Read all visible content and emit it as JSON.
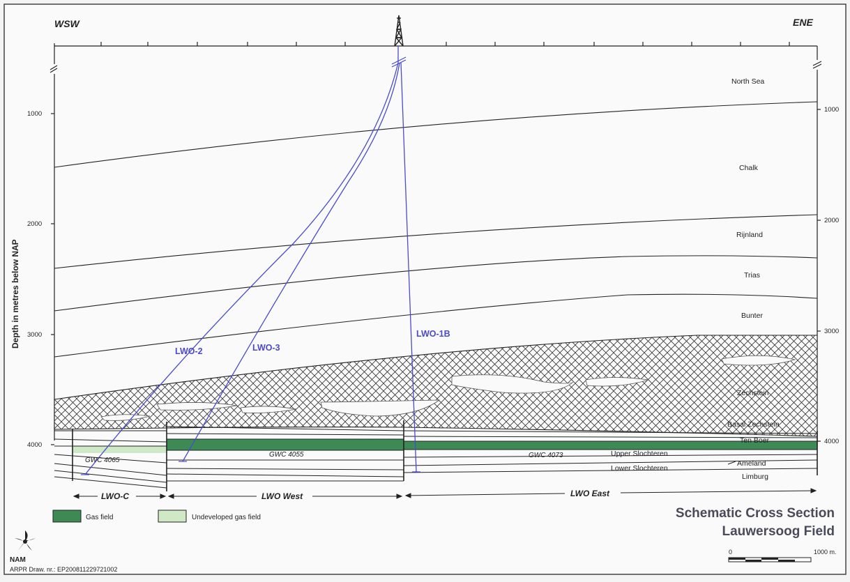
{
  "header": {
    "left_dir": "WSW",
    "right_dir": "ENE"
  },
  "axis": {
    "ylabel": "Depth in metres below NAP",
    "left_ticks": [
      "1000",
      "2000",
      "3000",
      "4000"
    ],
    "right_ticks": [
      "1000",
      "2000",
      "3000",
      "4000"
    ]
  },
  "formations": [
    "North Sea",
    "Chalk",
    "Rijnland",
    "Trias",
    "Bunter",
    "Zechstein",
    "Basal Zechstein",
    "Ten Boer",
    "Upper Slochteren",
    "Ameland",
    "Lower Slochteren",
    "Limburg"
  ],
  "wells": {
    "w1": "LWO-2",
    "w2": "LWO-3",
    "w3": "LWO-1B"
  },
  "gwc": {
    "c": "GWC 4065",
    "west": "GWC 4055",
    "east": "GWC 4073"
  },
  "segments": {
    "c": "LWO-C",
    "west": "LWO West",
    "east": "LWO East"
  },
  "legend": {
    "gas": {
      "label": "Gas field",
      "color": "#3d8a55"
    },
    "undev": {
      "label": "Undeveloped gas field",
      "color": "#cfe8c6"
    }
  },
  "title": {
    "line1": "Schematic Cross Section",
    "line2": "Lauwersoog Field"
  },
  "scale": {
    "start": "0",
    "end": "1000 m."
  },
  "footer": {
    "org": "NAM",
    "drawing": "ARPR Draw. nr.: EP200811229721002"
  },
  "colors": {
    "well": "#4a4ad0",
    "gas": "#3d8a55"
  }
}
